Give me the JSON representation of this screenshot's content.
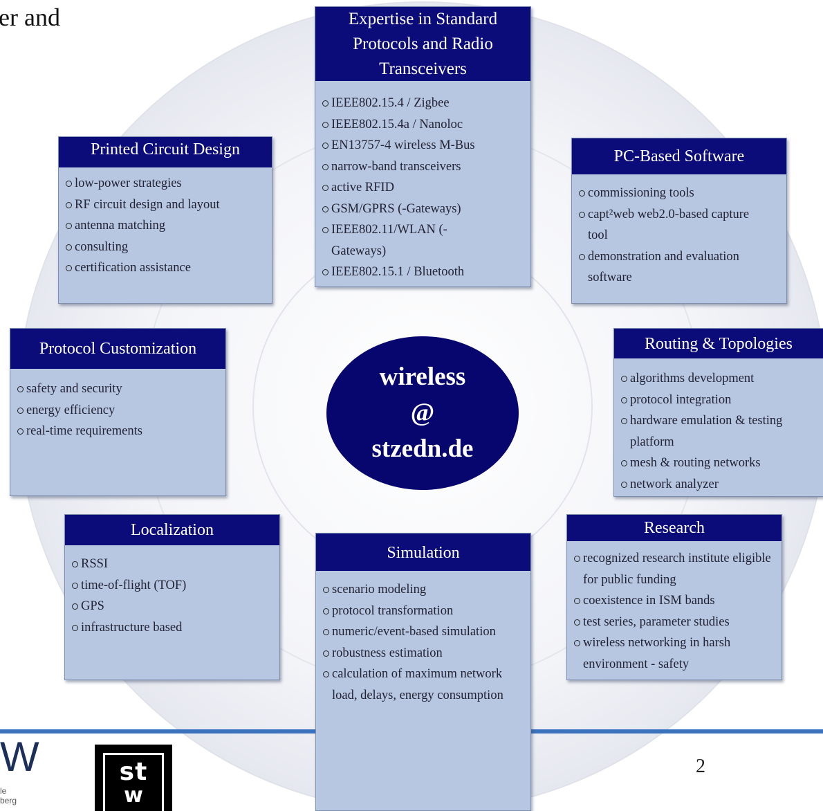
{
  "slide": {
    "title_fragment": "er and",
    "page_number": "2"
  },
  "center": {
    "line1": "wireless",
    "line2": "@",
    "line3": "stzedn.de"
  },
  "boxes": {
    "protocols": {
      "title": "Expertise in Standard Protocols and Radio Transceivers",
      "items": [
        "IEEE802.15.4 / Zigbee",
        "IEEE802.15.4a / Nanoloc",
        "EN13757-4 wireless M-Bus",
        "narrow-band transceivers",
        "active RFID",
        "GSM/GPRS (-Gateways)",
        "IEEE802.11/WLAN (-Gateways)",
        "IEEE802.15.1 / Bluetooth"
      ]
    },
    "pcb": {
      "title": "Printed Circuit Design",
      "items": [
        "low-power strategies",
        "RF circuit design and layout",
        "antenna matching",
        "consulting",
        "certification assistance"
      ]
    },
    "pc_software": {
      "title": "PC-Based Software",
      "items": [
        "commissioning tools",
        "capt²web web2.0-based capture tool",
        "demonstration and evaluation software"
      ]
    },
    "protocol_custom": {
      "title": "Protocol Customization",
      "items": [
        "safety and security",
        "energy efficiency",
        "real-time requirements"
      ]
    },
    "routing": {
      "title": "Routing & Topologies",
      "items": [
        "algorithms development",
        "protocol integration",
        "hardware emulation & testing platform",
        "mesh & routing networks",
        "network analyzer"
      ]
    },
    "localization": {
      "title": "Localization",
      "items": [
        "RSSI",
        "time-of-flight (TOF)",
        "GPS",
        "infrastructure based"
      ]
    },
    "simulation": {
      "title": "Simulation",
      "items": [
        "scenario modeling",
        "protocol transformation",
        "numeric/event-based simulation",
        "robustness estimation",
        "calculation of maximum network load, delays, energy consumption"
      ]
    },
    "research": {
      "title": "Research",
      "items": [
        "recognized research institute eligible for public funding",
        "coexistence in ISM bands",
        "test series, parameter studies",
        "wireless networking in harsh environment - safety"
      ]
    }
  },
  "footer": {
    "logo_left_letter": "W",
    "logo_left_sub1": "le",
    "logo_left_sub2": "berg",
    "stw_logo_top": "st",
    "stw_logo_bottom": "w"
  },
  "colors": {
    "header_navy": "#0b0b7a",
    "box_fill": "#b7c7e2",
    "center_navy": "#06066e",
    "rule_blue": "#3a72bd"
  }
}
